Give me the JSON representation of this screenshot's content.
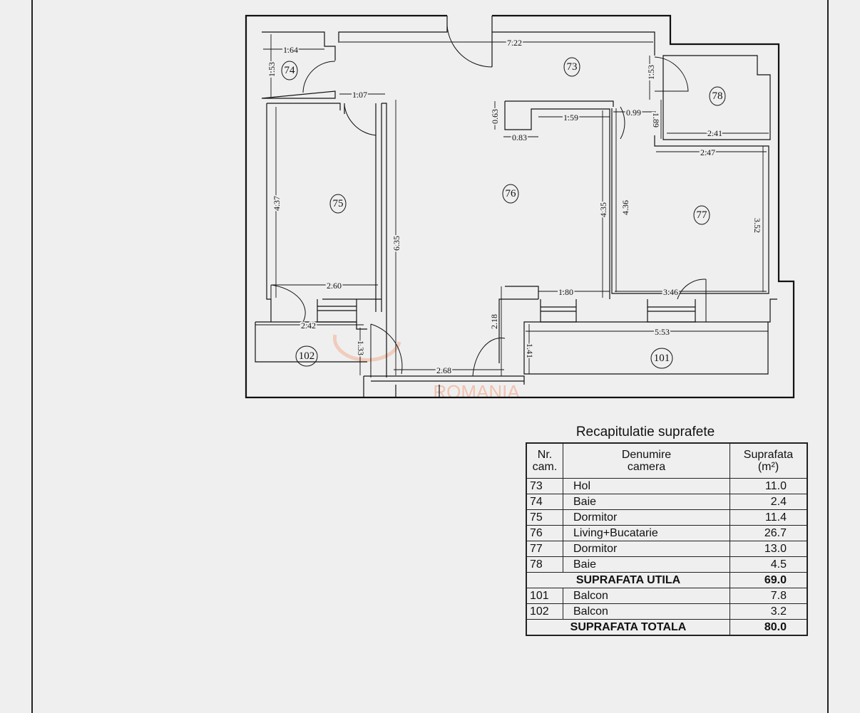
{
  "plan": {
    "rooms": {
      "r73": "73",
      "r74": "74",
      "r75": "75",
      "r76": "76",
      "r77": "77",
      "r78": "78",
      "r101": "101",
      "r102": "102"
    },
    "dimensions": {
      "d164": "1.64",
      "d153a": "1.53",
      "d722": "7.22",
      "d153b": "1.53",
      "d107": "1.07",
      "d063": "0.63",
      "d159": "1.59",
      "d083": "0.83",
      "d099": "0.99",
      "d189": "1.89",
      "d241": "2.41",
      "d247": "2.47",
      "d437": "4.37",
      "d635": "6.35",
      "d435": "4.35",
      "d436": "4.36",
      "d352": "3.52",
      "d260": "2.60",
      "d180": "1.80",
      "d346": "3.46",
      "d242": "2.42",
      "d133": "1.33",
      "d218": "2.18",
      "d553": "5.53",
      "d141": "1.41",
      "d268": "2.68"
    },
    "watermark": "ROMANIA",
    "watermark_color": "#f2b49a"
  },
  "summary": {
    "title": "Recapitulatie suprafete",
    "headers": {
      "nr": "Nr.\ncam.",
      "name": "Denumire\ncamera",
      "area": "Suprafata\n(m²)"
    },
    "rows": [
      {
        "nr": "73",
        "name": "Hol",
        "area": "11.0"
      },
      {
        "nr": "74",
        "name": "Baie",
        "area": "2.4"
      },
      {
        "nr": "75",
        "name": "Dormitor",
        "area": "11.4"
      },
      {
        "nr": "76",
        "name": "Living+Bucatarie",
        "area": "26.7"
      },
      {
        "nr": "77",
        "name": "Dormitor",
        "area": "13.0"
      },
      {
        "nr": "78",
        "name": "Baie",
        "area": "4.5"
      }
    ],
    "useful": {
      "label": "SUPRAFATA UTILA",
      "area": "69.0"
    },
    "balconies": [
      {
        "nr": "101",
        "name": "Balcon",
        "area": "7.8"
      },
      {
        "nr": "102",
        "name": "Balcon",
        "area": "3.2"
      }
    ],
    "total": {
      "label": "SUPRAFATA TOTALA",
      "area": "80.0"
    }
  }
}
